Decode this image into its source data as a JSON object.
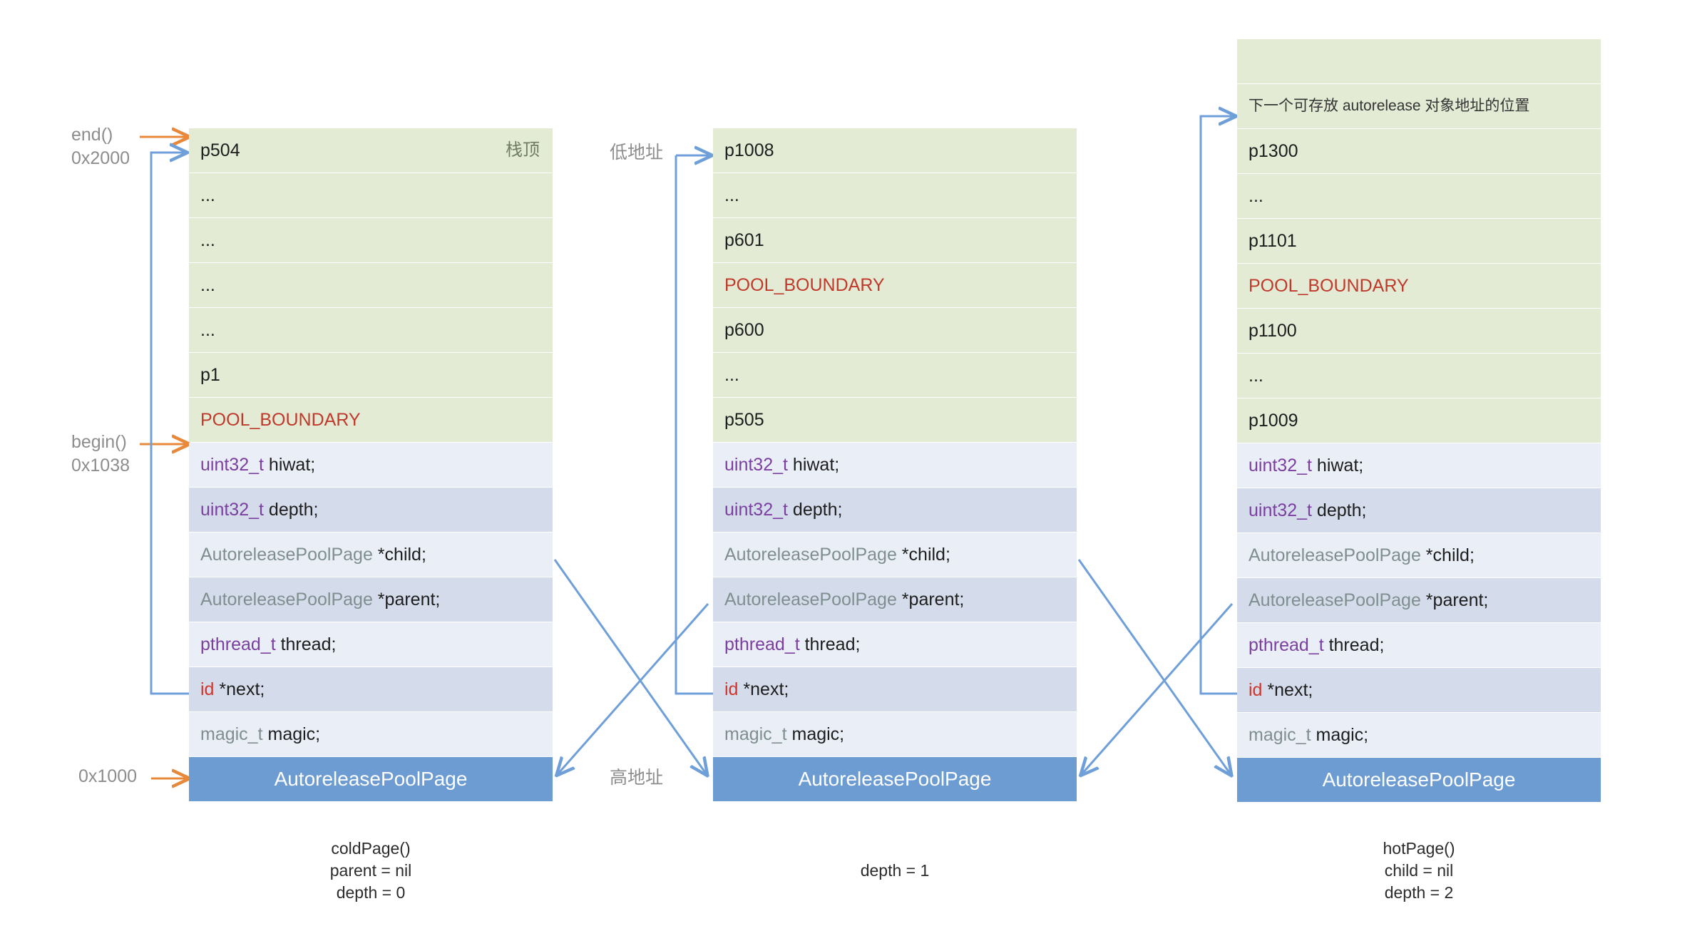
{
  "labels": {
    "end": "end()",
    "end_addr": "0x2000",
    "begin": "begin()",
    "begin_addr": "0x1038",
    "base_addr": "0x1000",
    "low_address": "低地址",
    "high_address": "高地址",
    "stack_top": "栈顶",
    "next_slot_note": "下一个可存放 autorelease 对象地址的位置"
  },
  "struct_fields": {
    "hiwat_type": "uint32_t",
    "hiwat_name": " hiwat;",
    "depth_type": "uint32_t",
    "depth_name": " depth;",
    "child_type": "AutoreleasePoolPage",
    "child_name": " *child;",
    "parent_type": "AutoreleasePoolPage",
    "parent_name": " *parent;",
    "thread_type": "pthread_t",
    "thread_name": " thread;",
    "next_type": "id",
    "next_name": " *next;",
    "magic_type": "magic_t",
    "magic_name": " magic;",
    "footer": "AutoreleasePoolPage"
  },
  "pool_boundary": "POOL_BOUNDARY",
  "ellipsis": "...",
  "columns": [
    {
      "id": "cold-page",
      "stack": [
        "p504",
        "...",
        "...",
        "...",
        "...",
        "p1",
        "POOL_BOUNDARY"
      ],
      "caption": [
        "coldPage()",
        "parent = nil",
        "depth = 0"
      ]
    },
    {
      "id": "middle-page",
      "stack": [
        "p1008",
        "...",
        "p601",
        "POOL_BOUNDARY",
        "p600",
        "...",
        "p505"
      ],
      "caption": [
        "depth = 1"
      ]
    },
    {
      "id": "hot-page",
      "stack": [
        "",
        "下一个可存放 autorelease 对象地址的位置",
        "p1300",
        "...",
        "p1101",
        "POOL_BOUNDARY",
        "p1100",
        "...",
        "p1009"
      ],
      "caption": [
        "hotPage()",
        "child = nil",
        "depth = 2"
      ]
    }
  ],
  "colors": {
    "stack_green": "#e3ebd5",
    "field_light": "#eaeef7",
    "field_dark": "#d4dceb",
    "footer_blue": "#6c9cd2",
    "boundary_red": "#c0392b",
    "arrow_orange": "#e8883a",
    "arrow_blue": "#6f9fd8",
    "label_gray": "#8d8d8d"
  }
}
